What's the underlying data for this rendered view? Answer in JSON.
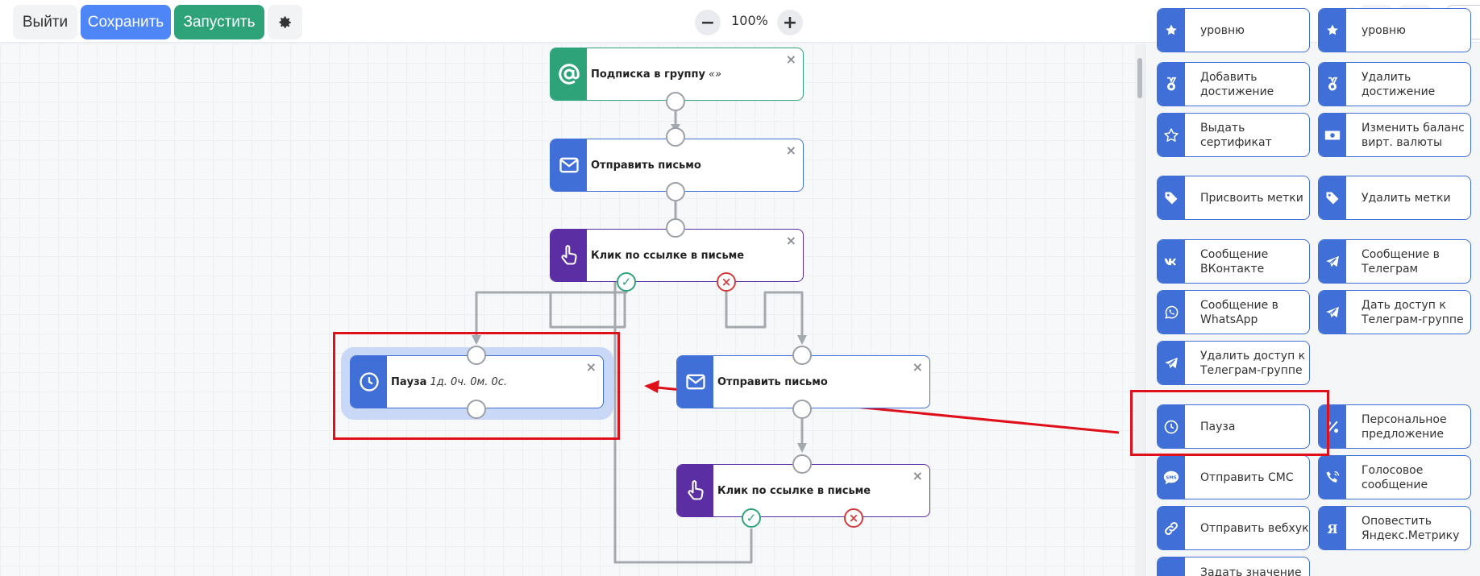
{
  "toolbar": {
    "exit_label": "Выйти",
    "save_label": "Сохранить",
    "run_label": "Запустить",
    "zoom_minus": "−",
    "zoom_value": "100%",
    "zoom_plus": "+"
  },
  "nodes": {
    "subscribe": {
      "title": "Подписка в группу",
      "subtitle": "«»",
      "close": "×"
    },
    "send_email_1": {
      "title": "Отправить письмо",
      "close": "×"
    },
    "link_click_1": {
      "title": "Клик по ссылке в письме",
      "close": "×"
    },
    "pause": {
      "title": "Пауза",
      "subtitle": "1д. 0ч. 0м. 0с.",
      "close": "×"
    },
    "send_email_2": {
      "title": "Отправить письмо",
      "close": "×"
    },
    "link_click_2": {
      "title": "Клик по ссылке в письме",
      "close": "×"
    }
  },
  "ports": {
    "ok": "✓",
    "no": "×"
  },
  "palette": {
    "items": [
      {
        "label": "уровню",
        "icon": "level-icon"
      },
      {
        "label": "уровню",
        "icon": "level-icon"
      },
      {
        "label": "Добавить достижение",
        "icon": "medal-icon"
      },
      {
        "label": "Удалить достижение",
        "icon": "medal-icon"
      },
      {
        "label": "Выдать сертификат",
        "icon": "star-icon"
      },
      {
        "label": "Изменить баланс вирт. валюты",
        "icon": "money-icon"
      },
      {
        "label": "Присвоить метки",
        "icon": "tag-icon"
      },
      {
        "label": "Удалить метки",
        "icon": "tag-icon"
      },
      {
        "label": "Сообщение ВКонтакте",
        "icon": "vk-icon"
      },
      {
        "label": "Сообщение в Телеграм",
        "icon": "telegram-icon"
      },
      {
        "label": "Сообщение в WhatsApp",
        "icon": "whatsapp-icon"
      },
      {
        "label": "Дать доступ к Телеграм-группе",
        "icon": "telegram-icon"
      },
      {
        "label": "Удалить доступ к Телеграм-группе",
        "icon": "telegram-icon"
      },
      {
        "label": "Пауза",
        "icon": "clock-icon"
      },
      {
        "label": "Персональное предложение",
        "icon": "percent-icon"
      },
      {
        "label": "Отправить СМС",
        "icon": "sms-icon"
      },
      {
        "label": "Голосовое сообщение",
        "icon": "phone-icon"
      },
      {
        "label": "Отправить вебхук",
        "icon": "link-icon"
      },
      {
        "label": "Оповестить Яндекс.Метрику",
        "icon": "yandex-icon"
      },
      {
        "label": "Задать значение",
        "icon": "variable-icon"
      }
    ]
  },
  "colors": {
    "accent_blue": "#3f6fd7",
    "green": "#2ea37a",
    "purple": "#5b2ea3",
    "annotation_red": "#e0101a"
  }
}
